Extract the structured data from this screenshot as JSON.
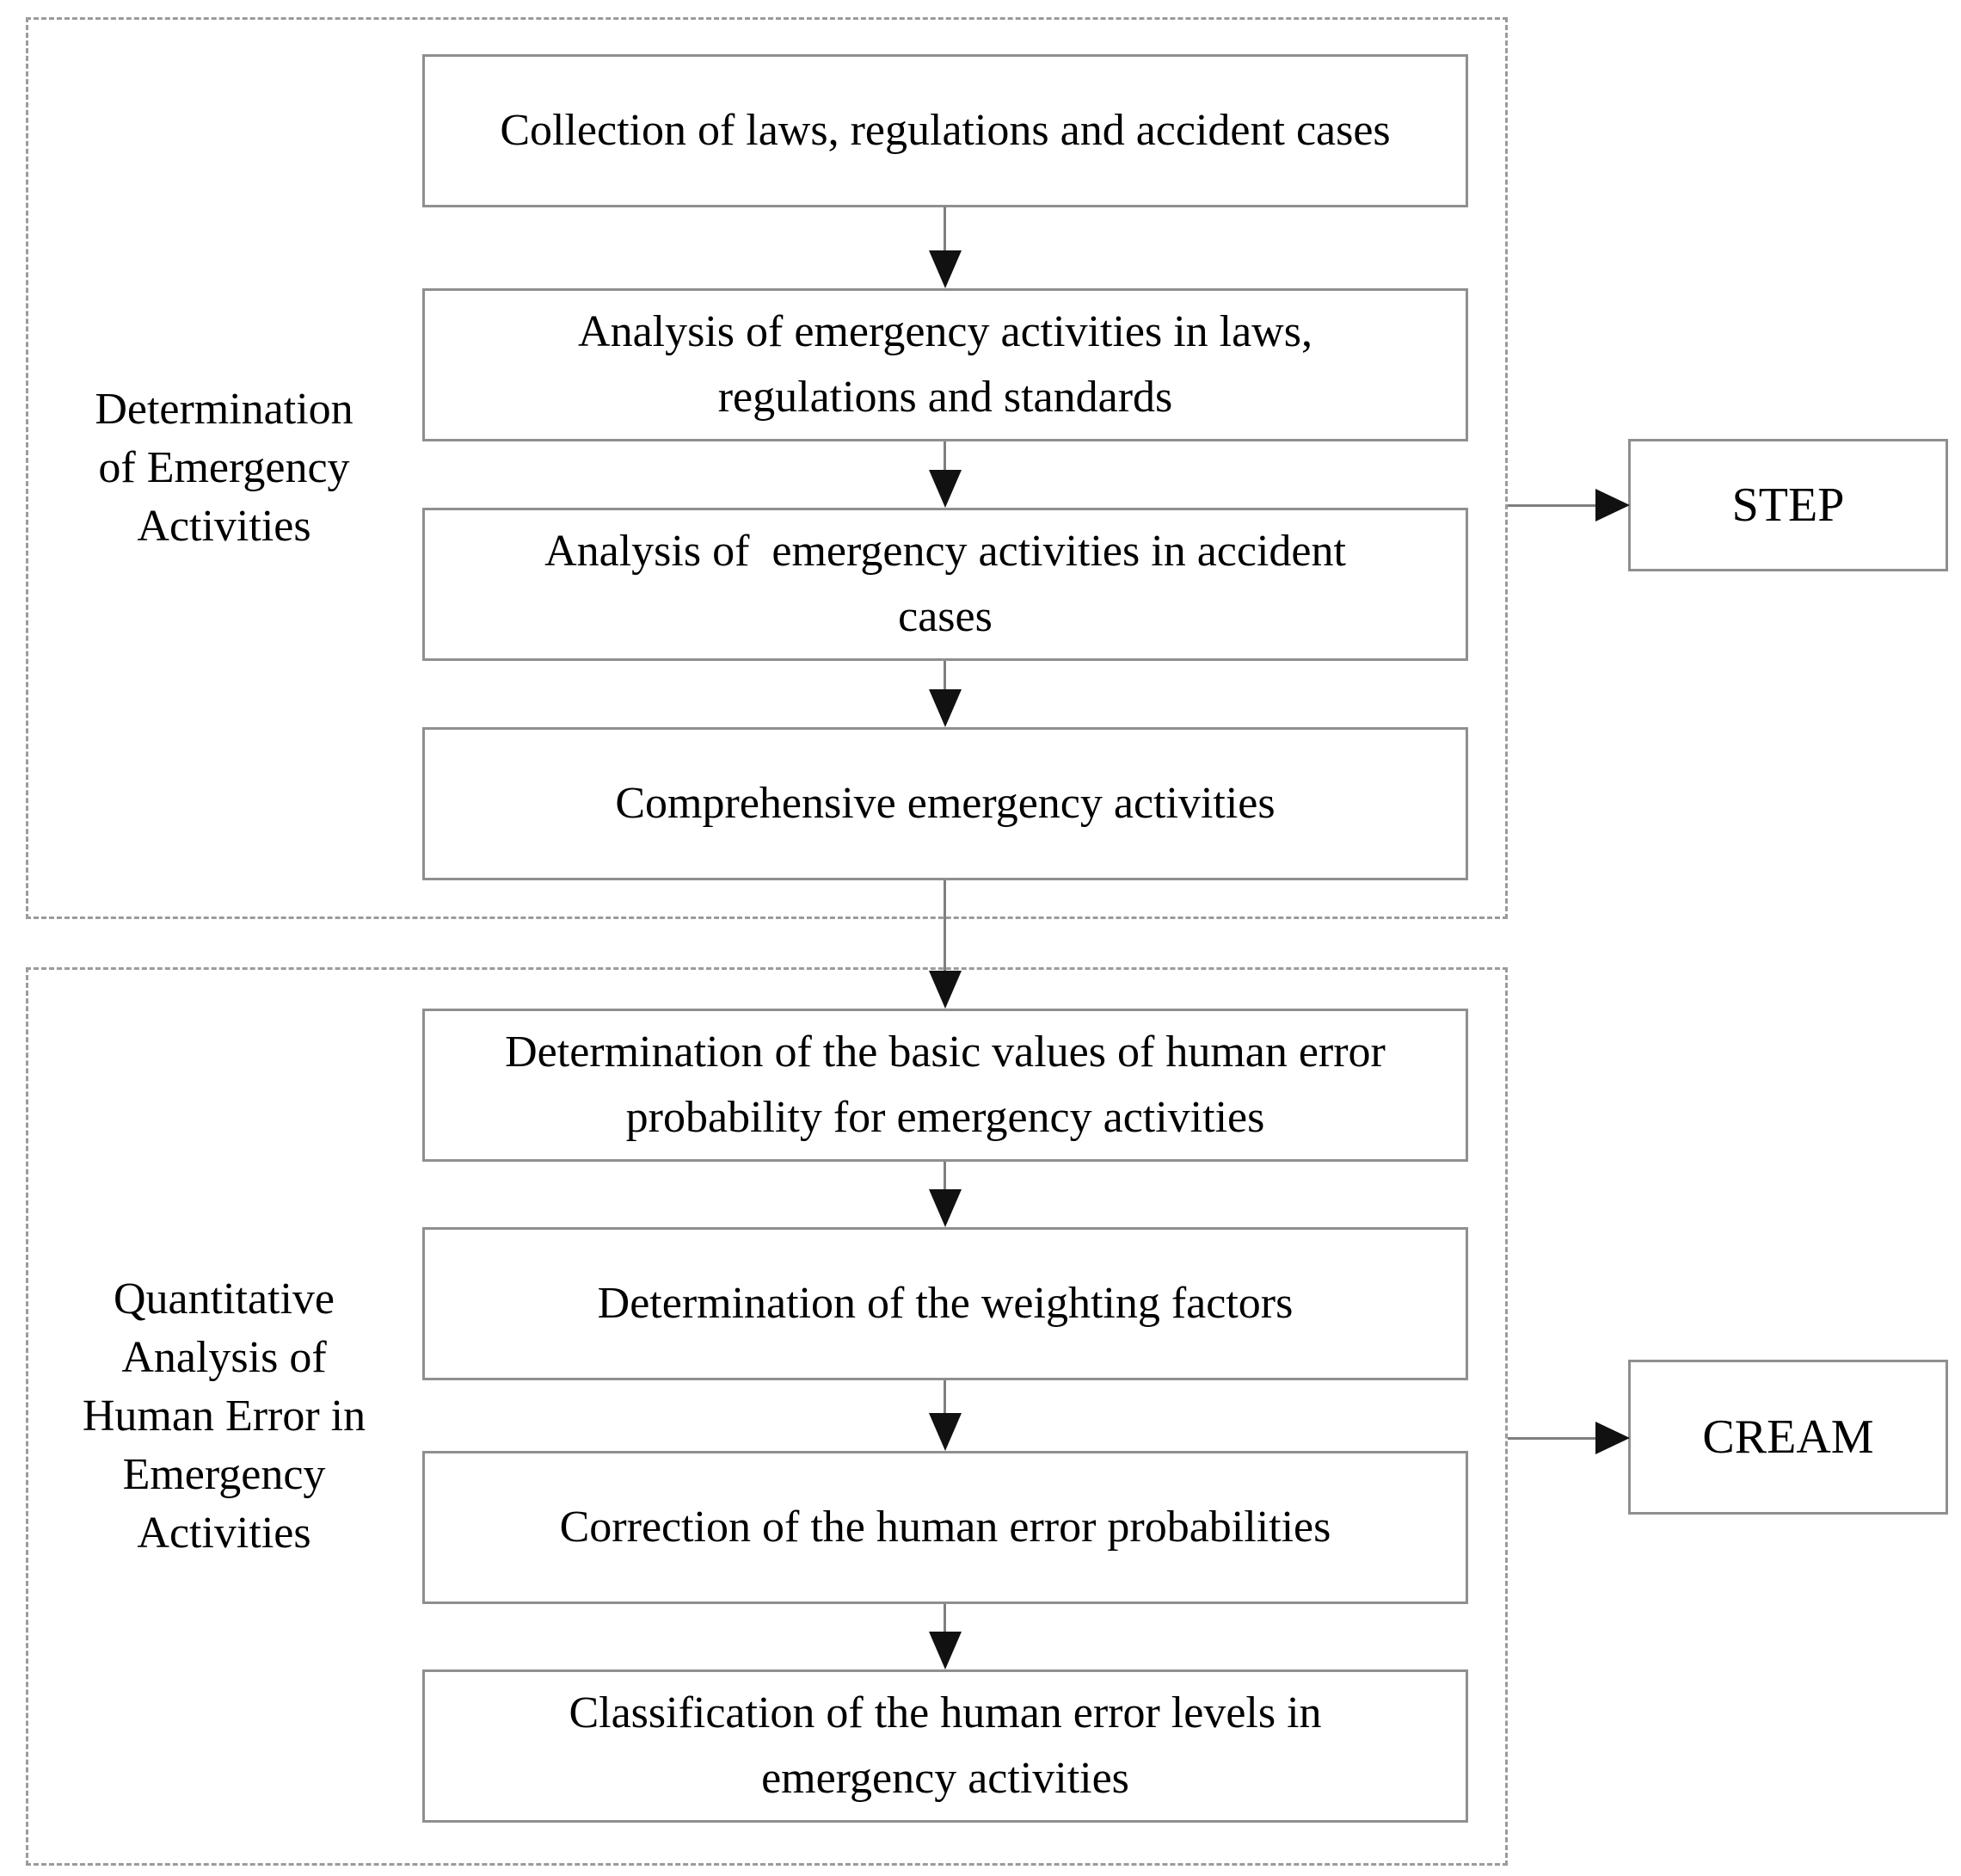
{
  "colors": {
    "box_border": "#8f8f8f",
    "dashed_border": "#9b9b9b",
    "connector": "#7f7f7f",
    "arrowhead": "#111111",
    "text": "#000000",
    "background": "#ffffff"
  },
  "top_section": {
    "label_lines": [
      "Determination",
      "of Emergency",
      "Activities"
    ],
    "steps": {
      "collection_lines": [
        "Collection of laws, regulations and accident cases"
      ],
      "analysis_laws_lines": [
        "Analysis of emergency activities in laws,",
        "regulations and standards"
      ],
      "analysis_cases_lines": [
        "Analysis of  emergency activities in accident",
        "cases"
      ],
      "comprehensive_lines": [
        "Comprehensive emergency activities"
      ]
    },
    "method_label": "STEP"
  },
  "bottom_section": {
    "label_lines": [
      "Quantitative",
      "Analysis of",
      "Human Error in",
      "Emergency",
      "Activities"
    ],
    "steps": {
      "basic_values_lines": [
        "Determination of the basic values of human error",
        "probability for emergency activities"
      ],
      "weighting_lines": [
        "Determination of the weighting factors"
      ],
      "correction_lines": [
        "Correction of the human error probabilities"
      ],
      "classification_lines": [
        "Classification of the human error levels in",
        "emergency activities"
      ]
    },
    "method_label": "CREAM"
  }
}
